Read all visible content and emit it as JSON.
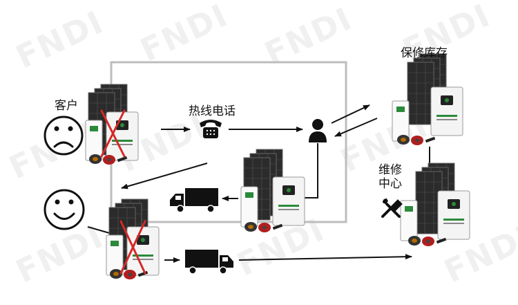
{
  "labels": {
    "customer": "客户",
    "hotline": "热线电话",
    "repair_stock": "保修库存",
    "repair_center_line1": "维修",
    "repair_center_line2": "中心"
  },
  "watermark": "FNDI",
  "colors": {
    "frame": "#bdbdbd",
    "arrow": "#111111",
    "cross": "#d62828",
    "inverter_accent": "#2a8a3a"
  }
}
